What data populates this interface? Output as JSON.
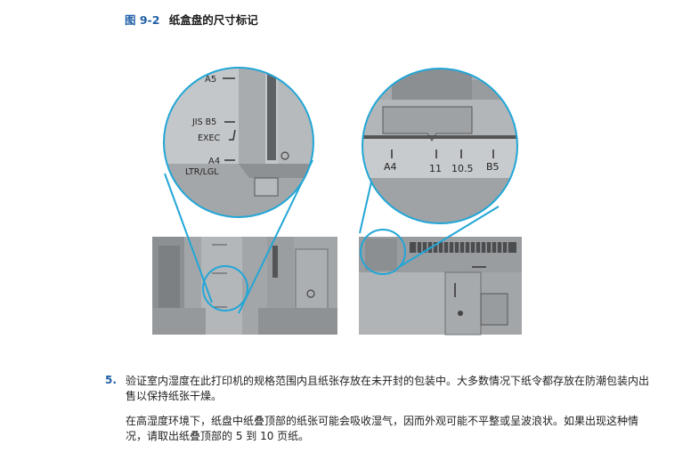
{
  "figure": {
    "number": "图 9-2",
    "title": "纸盒盘的尺寸标记",
    "left_detail_labels": [
      "A5",
      "JIS B5",
      "EXEC",
      "A4",
      "LTR/LGL"
    ],
    "right_detail_labels": [
      "A4",
      "11",
      "10.5",
      "B5"
    ],
    "colors": {
      "accent_blue": "#1f5fa6",
      "callout_teal": "#22a6d6",
      "tray_gray": "#9b9ea1",
      "tray_dark": "#6b6e71"
    }
  },
  "step": {
    "number": "5.",
    "paragraph1": "验证室内湿度在此打印机的规格范围内且纸张存放在未开封的包装中。大多数情况下纸令都存放在防潮包装内出售以保持纸张干燥。",
    "paragraph2": "在高湿度环境下，纸盘中纸叠顶部的纸张可能会吸收湿气，因而外观可能不平整或呈波浪状。如果出现这种情况，请取出纸叠顶部的 5 到 10 页纸。"
  }
}
